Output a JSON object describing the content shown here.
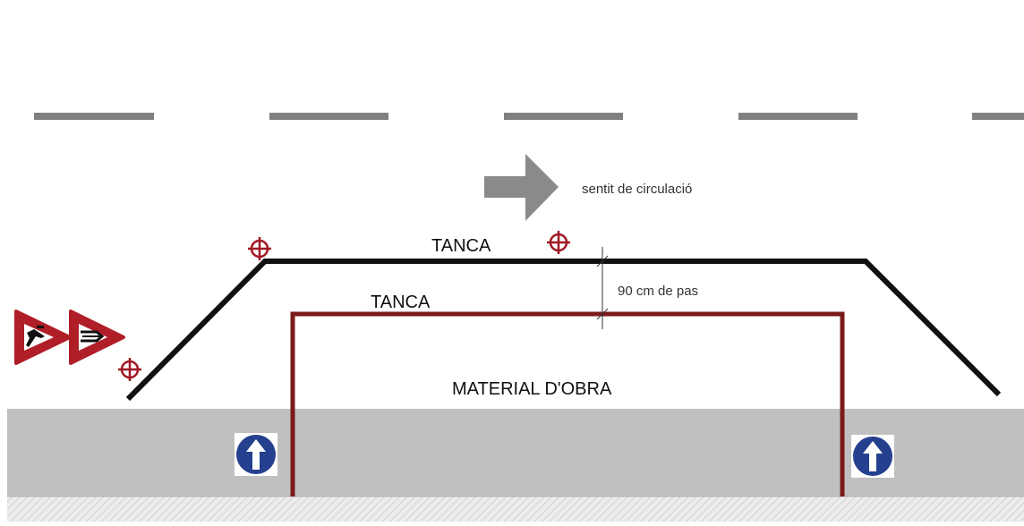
{
  "labels": {
    "direction": "sentit de circulació",
    "fence_outer": "TANCA",
    "fence_inner": "TANCA",
    "clearance": "90 cm de pas",
    "material": "MATERIAL D'OBRA"
  },
  "icons": {
    "warning_sign_1": "roadworks-warning-sign-icon",
    "warning_sign_2": "road-narrows-warning-sign-icon",
    "light_marker": "crosshair-light-icon",
    "pedestrian_mandatory": "straight-ahead-arrow-sign-icon"
  },
  "colors": {
    "lane_dash": "#808080",
    "direction_arrow": "#8a8a8a",
    "fence_outer": "#111111",
    "fence_inner": "#7b1a1a",
    "marker": "#a01822",
    "sidewalk": "#c0c0c0",
    "sign_blue": "#24408e",
    "sign_red": "#b01e28"
  }
}
